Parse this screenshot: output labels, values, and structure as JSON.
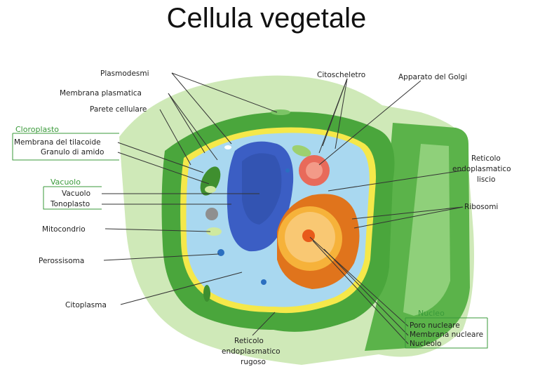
{
  "title": "Cellula vegetale",
  "labels": {
    "plasmodesmi": "Plasmodesmi",
    "membrana_plasmatica": "Membrana plasmatica",
    "parete_cellulare": "Parete cellulare",
    "cloroplasto": "Cloroplasto",
    "membrana_tilacoide": "Membrana del tilacoide",
    "granulo_amido": "Granulo di amido",
    "vacuolo_group": "Vacuolo",
    "vacuolo": "Vacuolo",
    "tonoplasto": "Tonoplasto",
    "mitocondrio": "Mitocondrio",
    "perossisoma": "Perossisoma",
    "citoplasma": "Citoplasma",
    "reticolo_rugoso_1": "Reticolo",
    "reticolo_rugoso_2": "endoplasmatico",
    "reticolo_rugoso_3": "rugoso",
    "citoscheletro": "Citoscheletro",
    "golgi": "Apparato del Golgi",
    "reticolo_liscio_1": "Reticolo",
    "reticolo_liscio_2": "endoplasmatico",
    "reticolo_liscio_3": "liscio",
    "ribosomi": "Ribosomi",
    "nucleo": "Nucleo",
    "poro_nucleare": "Poro nucleare",
    "membrana_nucleare": "Membrana nucleare",
    "nucleolo": "Nucleolo"
  }
}
